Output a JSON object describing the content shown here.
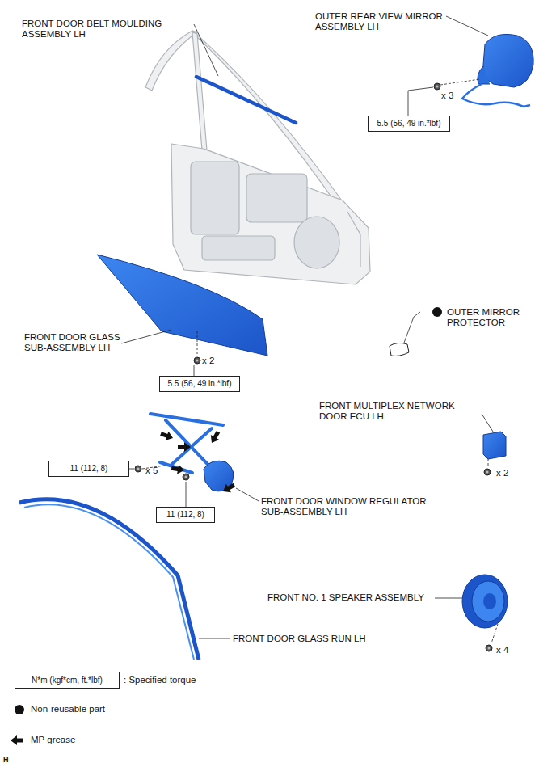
{
  "diagram": {
    "nodes": [
      {
        "text": [
          "5.5 (56, 49 in.*lbf)"
        ]
      },
      {
        "text": [
          "5.5 (56, 49 in.*lbf)"
        ]
      },
      {
        "text": [
          "11 (112, 8)"
        ]
      },
      {
        "text": [
          "11 (112, 8)"
        ]
      },
      {
        "text": [
          "N*m (kgf*cm, ft.*lbf)"
        ]
      }
    ],
    "labels": [
      "FRONT DOOR BELT MOULDING ASSEMBLY LH",
      "OUTER REAR VIEW MIRROR ASSEMBLY LH",
      "x 3",
      "OUTER MIRROR PROTECTOR",
      "FRONT DOOR GLASS SUB-ASSEMBLY LH",
      "x 2",
      "FRONT MULTIPLEX NETWORK DOOR ECU LH",
      "x 5",
      "x 2",
      "FRONT DOOR WINDOW REGULATOR SUB-ASSEMBLY LH",
      "FRONT NO. 1 SPEAKER ASSEMBLY",
      "x 4",
      "FRONT DOOR GLASS RUN LH",
      "H"
    ],
    "legend": [
      {
        "text": ": Specified torque"
      },
      {
        "text": "Non-reusable part"
      },
      {
        "text": "MP grease"
      }
    ]
  }
}
